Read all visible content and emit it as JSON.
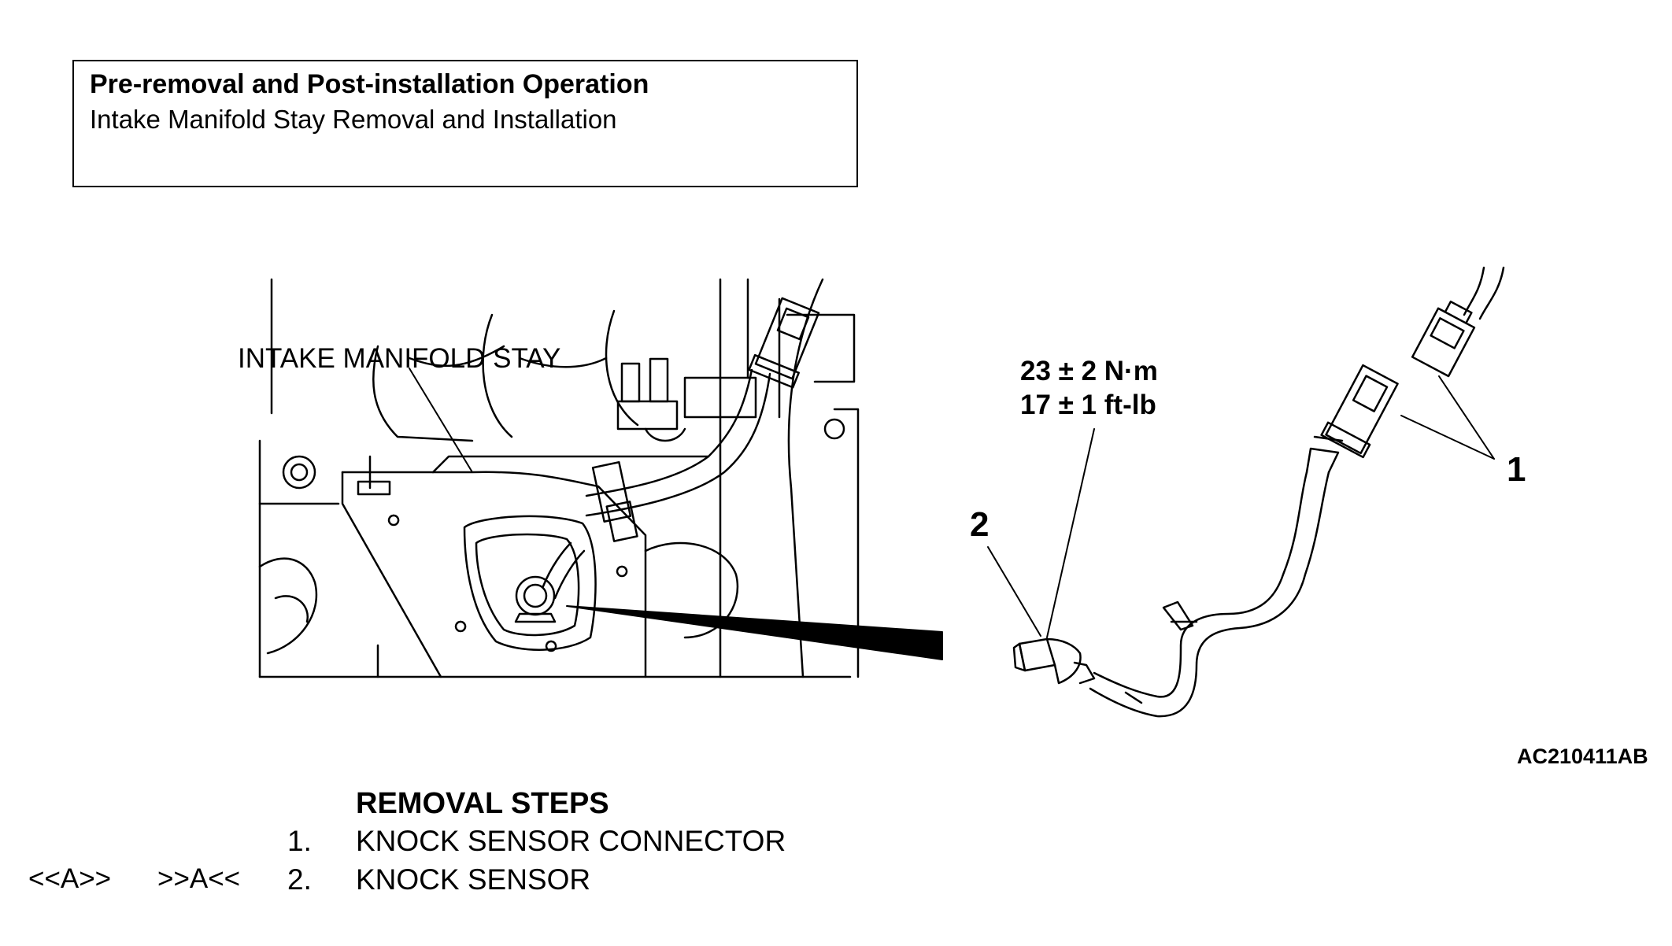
{
  "info_box": {
    "title": "Pre-removal and Post-installation Operation",
    "subtitle": "Intake Manifold Stay Removal and Installation"
  },
  "callouts": {
    "intake_manifold_stay": "INTAKE MANIFOLD STAY",
    "torque_metric": "23 ± 2 N·m",
    "torque_imperial": "17 ± 1 ft-lb",
    "part_1": "1",
    "part_2": "2"
  },
  "figure_code": "AC210411AB",
  "removal": {
    "heading": "REMOVAL STEPS",
    "steps": [
      {
        "number": "1.",
        "text": "KNOCK SENSOR CONNECTOR",
        "removal_marker": "",
        "install_marker": ""
      },
      {
        "number": "2.",
        "text": "KNOCK SENSOR",
        "removal_marker": "<<A>>",
        "install_marker": ">>A<<"
      }
    ]
  },
  "colors": {
    "line": "#000000",
    "background": "#ffffff"
  }
}
